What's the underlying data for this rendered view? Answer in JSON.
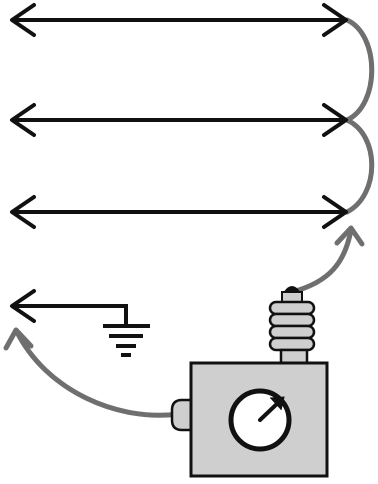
{
  "figure": {
    "colors": {
      "background": "#ffffff",
      "black": "#111111",
      "path_gray": "#6f6f6f",
      "device_fill": "#cfcfcf",
      "device_stroke": "#111111",
      "meter_fill": "#ffffff"
    },
    "components": [
      {
        "name": "double-arrow-line",
        "count": 3
      },
      {
        "name": "single-arrow-line",
        "count": 1
      },
      {
        "name": "ground-symbol-icon",
        "count": 1
      },
      {
        "name": "meter-box",
        "count": 1
      },
      {
        "name": "meter-dial-icon",
        "count": 1
      },
      {
        "name": "insulator-terminal",
        "count": 1
      }
    ]
  }
}
